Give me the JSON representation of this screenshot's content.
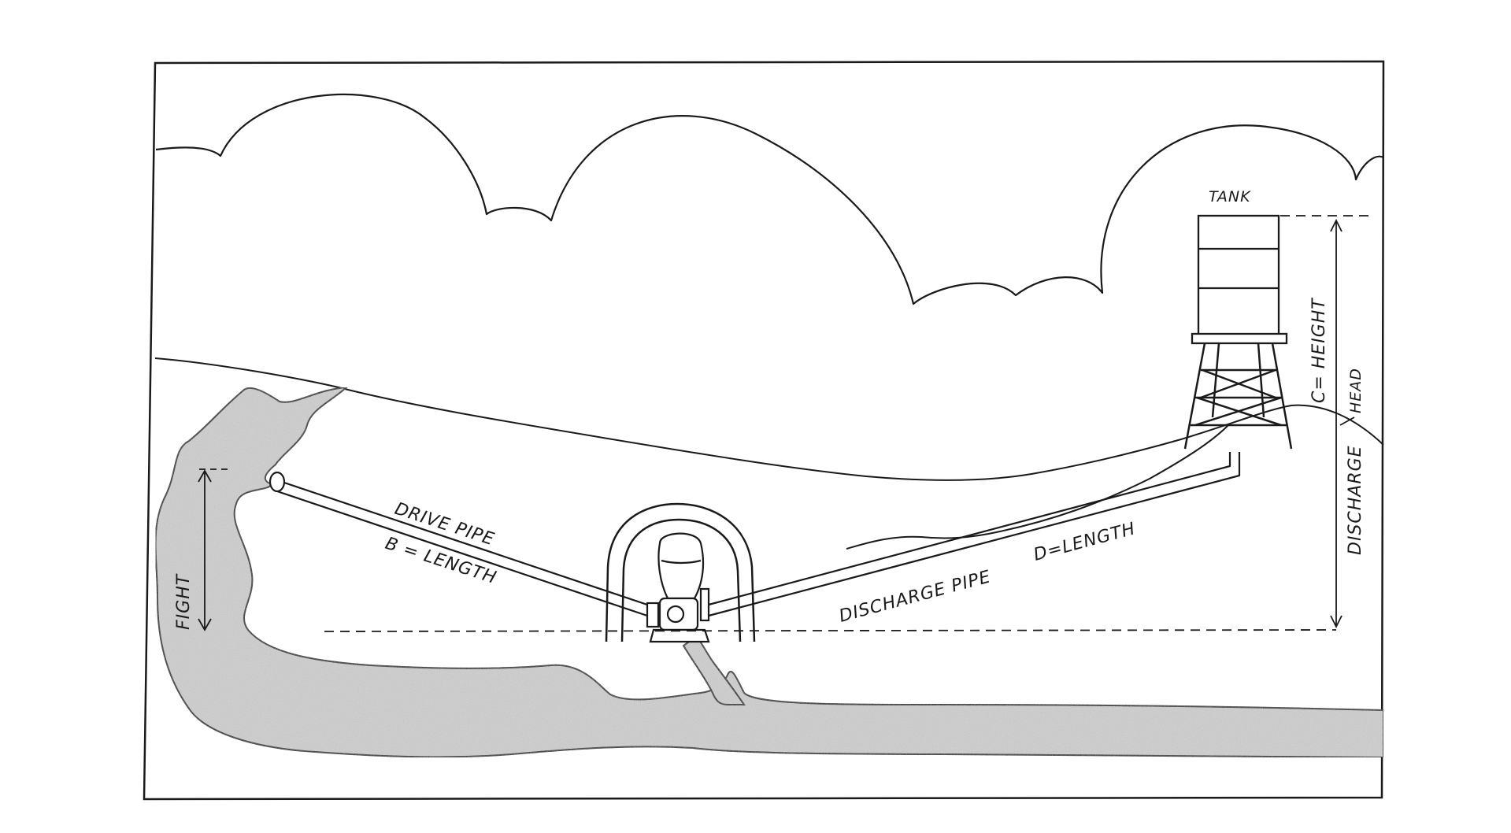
{
  "diagram": {
    "labels": {
      "tank": "TANK",
      "drive_pipe": "DRIVE PIPE",
      "b_length": "B = LENGTH",
      "fall_height": "FIGHT",
      "discharge_pipe": "DISCHARGE PIPE",
      "d_length": "D=LENGTH",
      "c_height": "C= HEIGHT",
      "discharge": "DISCHARGE",
      "head": "HEAD"
    },
    "colors": {
      "ink": "#1a1a1a",
      "water": "#cfcfcf",
      "paper": "#ffffff"
    }
  }
}
